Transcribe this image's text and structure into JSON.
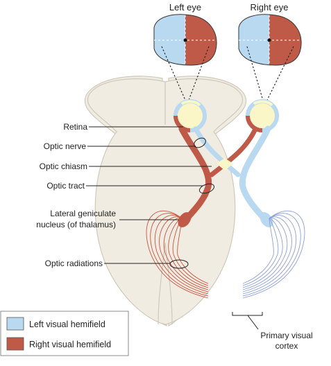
{
  "eye_titles": {
    "left": "Left eye",
    "right": "Right eye"
  },
  "labels": {
    "retina": "Retina",
    "optic_nerve": "Optic nerve",
    "optic_chiasm": "Optic chiasm",
    "optic_tract": "Optic tract",
    "lgn_line1": "Lateral geniculate",
    "lgn_line2": "nucleus (of thalamus)",
    "optic_radiations": "Optic radiations",
    "primary_visual_line1": "Primary visual",
    "primary_visual_line2": "cortex"
  },
  "legend": {
    "left_field": "Left visual hemifield",
    "right_field": "Right visual hemifield"
  },
  "colors": {
    "left_field": "#b9d9f0",
    "right_field": "#c05a48",
    "brain": "#f0ece2",
    "brain_stroke": "#cfc9bb",
    "lens": "#fbf6c7",
    "radiation_blue": "#8b9fd6",
    "radiation_red": "#c9533f"
  }
}
